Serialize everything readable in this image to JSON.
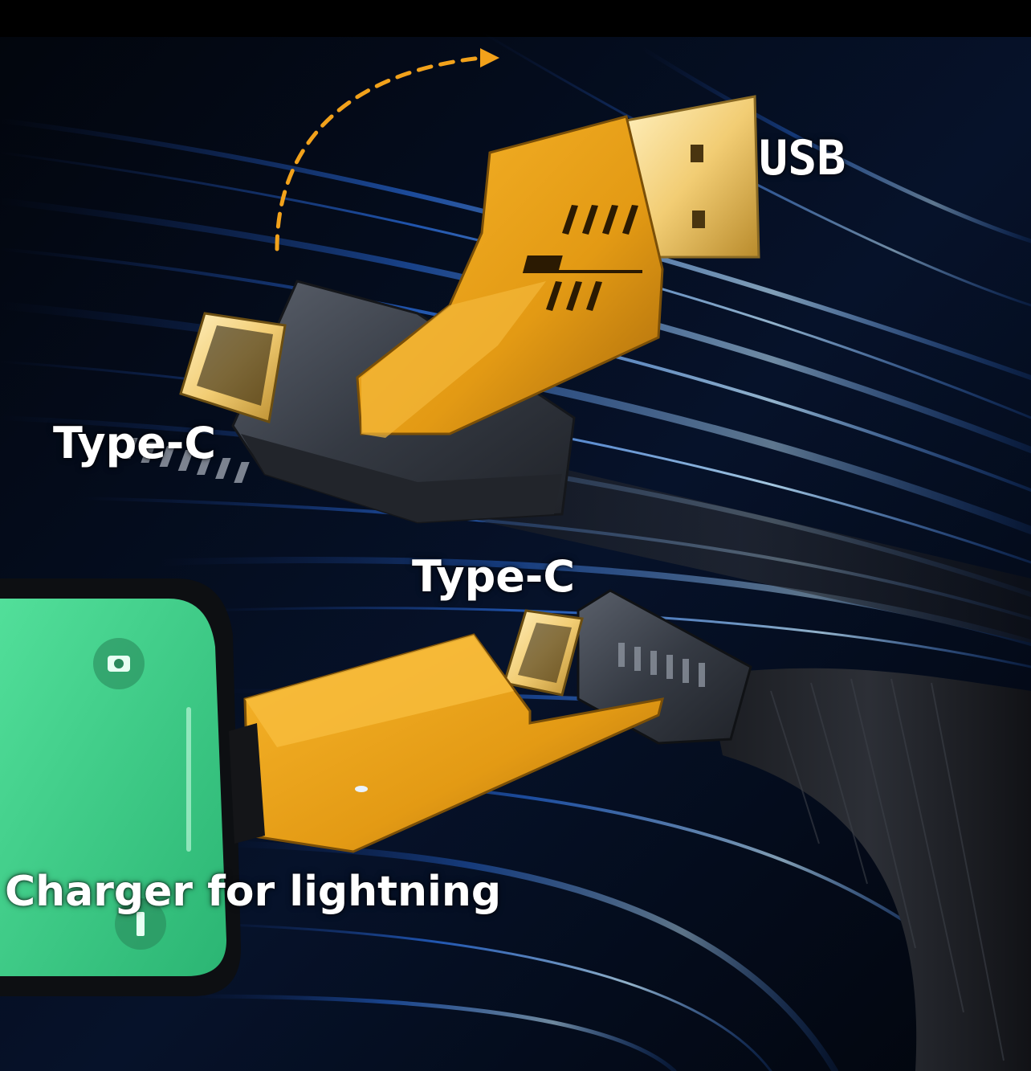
{
  "labels": {
    "usb": "USB",
    "type_c_top": "Type-C",
    "type_c_bottom": "Type-C",
    "lightning": "Charger for lightning"
  },
  "colors": {
    "background": "#03070f",
    "streak_blue": "#2f7dff",
    "streak_light": "#bfe6ff",
    "housing_gold": "#e8a21a",
    "housing_gold_dark": "#a86a0c",
    "connector_gray": "#3a3f48",
    "plug_gold": "#f5d27a",
    "phone_screen": "#3fd08a",
    "arrow_dash": "#f2a21b",
    "label_text": "#ffffff"
  },
  "icons": {
    "arrow": "dashed-curved-arrow-icon",
    "camera": "camera-icon",
    "flashlight": "flashlight-icon"
  }
}
